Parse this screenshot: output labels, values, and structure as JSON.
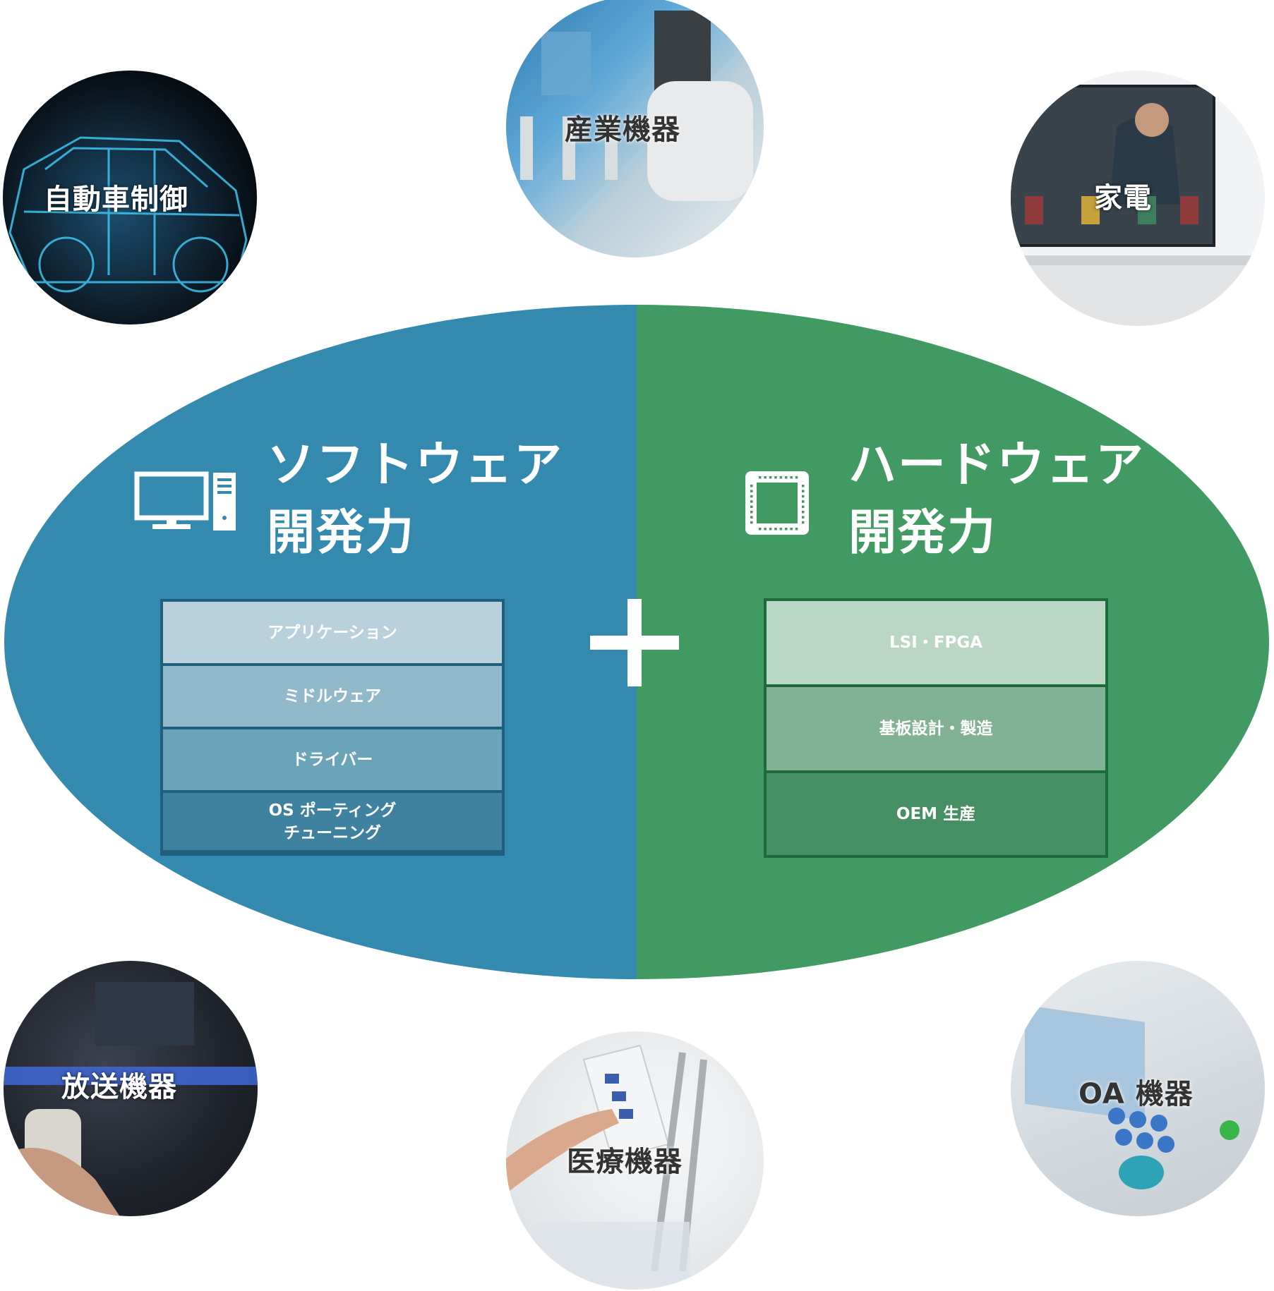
{
  "colors": {
    "software": "#3489af",
    "hardware": "#419a62",
    "plus": "#ffffff"
  },
  "software": {
    "heading_line1": "ソフトウェア",
    "heading_line2": "開発力",
    "icon": "desktop-computer-icon",
    "layers": [
      "アプリケーション",
      "ミドルウェア",
      "ドライバー",
      "OS ポーティング\nチューニング"
    ],
    "layer_colors": [
      "#b8d1dc",
      "#91b9c9",
      "#6ba3b8",
      "#3e829f"
    ]
  },
  "hardware": {
    "heading_line1": "ハードウェア",
    "heading_line2": "開発力",
    "icon": "chip-icon",
    "layers": [
      "LSI・FPGA",
      "基板設計・製造",
      "OEM 生産"
    ],
    "layer_colors": [
      "#bad6c4",
      "#82b295",
      "#468f62"
    ]
  },
  "plus_icon": "plus-icon",
  "applications": {
    "automotive": "自動車制御",
    "industrial": "産業機器",
    "appliances": "家電",
    "broadcast": "放送機器",
    "medical": "医療機器",
    "office": "OA 機器"
  }
}
